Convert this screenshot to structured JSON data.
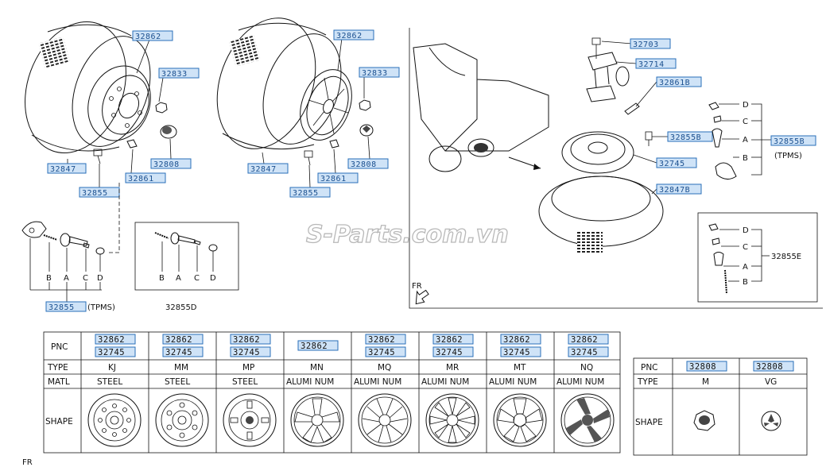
{
  "watermark": "S-Parts.com.vn",
  "left_tire": {
    "parts": {
      "tire": "32847",
      "wheel": "32862",
      "nut": "32833",
      "cap": "32808",
      "bolt": "32855",
      "weight": "32861"
    },
    "tpms_letters": [
      "B",
      "A",
      "C",
      "D"
    ],
    "tpms_label": "32855",
    "tpms_suffix": "(TPMS)"
  },
  "mid_tire": {
    "parts": {
      "tire": "32847",
      "wheel": "32862",
      "nut": "32833",
      "cap": "32808",
      "bolt": "32855",
      "weight": "32861"
    }
  },
  "valve_d": {
    "letters": [
      "B",
      "A",
      "C",
      "D"
    ],
    "label": "32855D"
  },
  "spare": {
    "parts": {
      "bolt": "32703",
      "bracket": "32714",
      "plate": "32861B",
      "nut": "32855B",
      "tpms": "32855B",
      "wheel": "32745",
      "tire": "32847B"
    },
    "tpms_suffix": "(TPMS)",
    "tpms_letters": [
      "D",
      "C",
      "A",
      "B"
    ],
    "fr_label": "FR"
  },
  "valve_e": {
    "letters": [
      "D",
      "C",
      "A",
      "B"
    ],
    "label": "32855E"
  },
  "wheel_table": {
    "row_labels": [
      "PNC",
      "TYPE",
      "MATL",
      "SHAPE"
    ],
    "columns": [
      {
        "pnc": [
          "32862",
          "32745"
        ],
        "type": "KJ",
        "matl": "STEEL"
      },
      {
        "pnc": [
          "32862",
          "32745"
        ],
        "type": "MM",
        "matl": "STEEL"
      },
      {
        "pnc": [
          "32862",
          "32745"
        ],
        "type": "MP",
        "matl": "STEEL"
      },
      {
        "pnc": [
          "32862"
        ],
        "type": "MN",
        "matl": "ALUMI NUM"
      },
      {
        "pnc": [
          "32862",
          "32745"
        ],
        "type": "MQ",
        "matl": "ALUMI NUM"
      },
      {
        "pnc": [
          "32862",
          "32745"
        ],
        "type": "MR",
        "matl": "ALUMI NUM"
      },
      {
        "pnc": [
          "32862",
          "32745"
        ],
        "type": "MT",
        "matl": "ALUMI NUM"
      },
      {
        "pnc": [
          "32862",
          "32745"
        ],
        "type": "NQ",
        "matl": "ALUMI NUM"
      }
    ]
  },
  "cap_table": {
    "row_labels": [
      "PNC",
      "TYPE",
      "SHAPE"
    ],
    "columns": [
      {
        "pnc": "32808",
        "type": "M"
      },
      {
        "pnc": "32808",
        "type": "VG"
      }
    ]
  },
  "footer_fr": "FR"
}
